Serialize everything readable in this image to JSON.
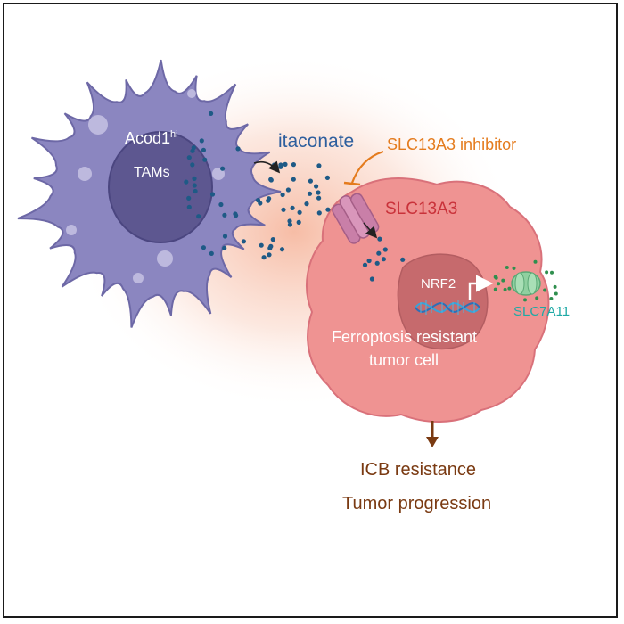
{
  "macrophage": {
    "label_main": "Acod1",
    "label_superscript": "hi",
    "label_sub": "TAMs"
  },
  "metabolite": {
    "label": "itaconate"
  },
  "inhibitor": {
    "label": "SLC13A3 inhibitor"
  },
  "transporter": {
    "label": "SLC13A3"
  },
  "tumor_cell": {
    "transcription_factor": "NRF2",
    "target_transporter": "SLC7A11",
    "label_line1": "Ferroptosis resistant",
    "label_line2": "tumor cell"
  },
  "outcomes": {
    "line1": "ICB resistance",
    "line2": "Tumor progression"
  },
  "colors": {
    "macrophage": "#8b86c0",
    "macrophage_nucleus": "#5d5790",
    "tumor_cell": "#ef9392",
    "tumor_nucleus": "#c66a6d",
    "itaconate_dot": "#1e5a86",
    "inhibitor": "#e47b1d",
    "transporter": "#c97fa8",
    "slc7a11": "#8fd0a0",
    "outcome_text": "#7a3a12"
  }
}
